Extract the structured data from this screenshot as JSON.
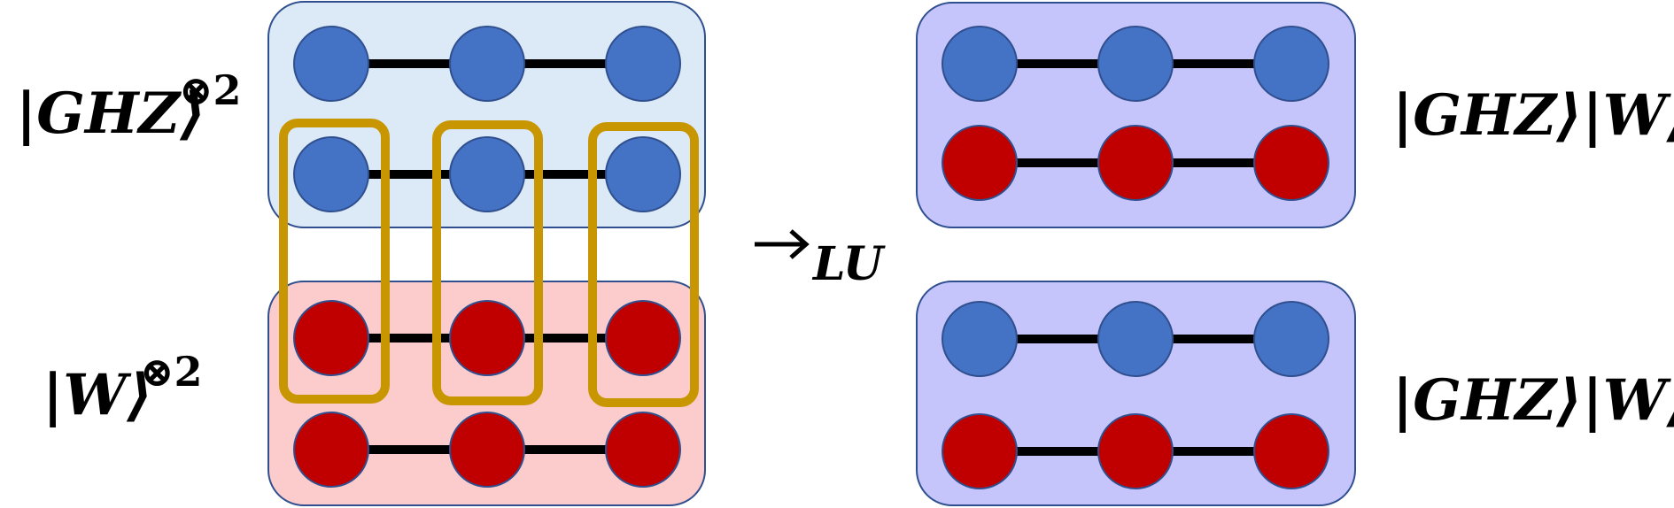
{
  "labels": {
    "ghz_squared": "|GHZ⟩",
    "ghz_squared_power": "⊗2",
    "w_squared": "|W⟩",
    "w_squared_power": "⊗2",
    "arrow_sub": "LU",
    "result_top": "|GHZ⟩|W⟩",
    "result_bottom": "|GHZ⟩|W⟩"
  },
  "colors": {
    "blue_node": "#4472c4",
    "red_node": "#c00000",
    "light_blue_box": "#dce9f6",
    "light_pink_box": "#fccccc",
    "lavender_box": "#c5c5fc",
    "box_stroke": "#2f4f8f",
    "gold_outline": "#c89600",
    "edge": "#000000"
  },
  "icons": [
    "blue-qubit-node",
    "red-qubit-node",
    "right-arrow"
  ]
}
